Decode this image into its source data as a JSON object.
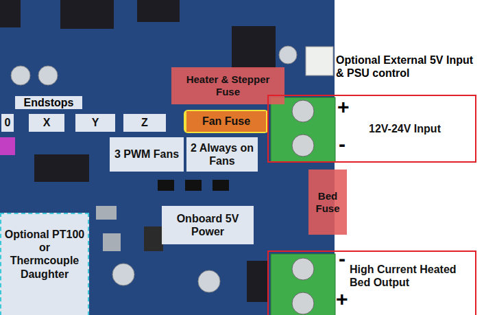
{
  "diagram": {
    "nodes": [
      {
        "text": [
          "Heater & Stepper Fuse"
        ]
      },
      {
        "text": [
          "Fan Fuse"
        ]
      },
      {
        "text": [
          "0"
        ]
      },
      {
        "text": [
          "X"
        ]
      },
      {
        "text": [
          "Y"
        ]
      },
      {
        "text": [
          "Z"
        ]
      },
      {
        "text": [
          "3 PWM Fans"
        ]
      },
      {
        "text": [
          "2 Always on Fans"
        ]
      },
      {
        "text": [
          "12V-24V Input"
        ]
      },
      {
        "text": [
          "Bed Fuse"
        ]
      },
      {
        "text": [
          "Onboard 5V Power"
        ]
      },
      {
        "text": [
          "Optional PT100 or Thermcouple Daughter"
        ]
      },
      {
        "text": [
          "High Current Heated Bed Output"
        ]
      }
    ],
    "labels": [
      "Optional External 5V Input & PSU control",
      "Endstops",
      "+",
      "-",
      "-",
      "+"
    ]
  }
}
